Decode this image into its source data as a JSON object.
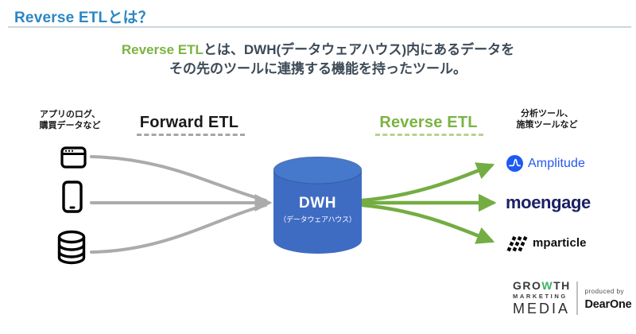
{
  "title": "Reverse ETLとは？",
  "subtitle": {
    "highlight": "Reverse ETL",
    "line1_rest": "とは、DWH(データウェアハウス)内にあるデータを",
    "line2": "その先のツールに連携する機能を持ったツール。"
  },
  "diagram": {
    "sources": {
      "label_line1": "アプリのログ、",
      "label_line2": "購買データなど",
      "icons": [
        "browser-icon",
        "smartphone-icon",
        "database-icon"
      ]
    },
    "forward_etl_label": "Forward ETL",
    "reverse_etl_label": "Reverse ETL",
    "dwh": {
      "name": "DWH",
      "caption": "（データウェアハウス）"
    },
    "destinations": {
      "label_line1": "分析ツール、",
      "label_line2": "施策ツールなど",
      "tools": [
        {
          "name": "Amplitude",
          "icon": "amplitude-icon",
          "color": "#2457ee"
        },
        {
          "name": "moengage",
          "icon": "none",
          "color": "#1b2162"
        },
        {
          "name": "mparticle",
          "icon": "mparticle-icon",
          "color": "#0f0f0f"
        }
      ]
    }
  },
  "footer": {
    "brand": {
      "growth_pre": "GRO",
      "growth_w": "W",
      "growth_post": "TH",
      "line2": "MARKETING",
      "line3": "MEDIA"
    },
    "produced_by": "produced by",
    "producer": "DearOne"
  },
  "colors": {
    "title_blue": "#2b87c3",
    "text_green": "#7cb342",
    "arrow_green": "#74ad43",
    "arrow_gray": "#ababab",
    "dwh_blue": "#3f6cc3",
    "amplitude_blue": "#2457ee",
    "moengage_navy": "#1b2162",
    "dark_text": "#3d4a57"
  }
}
